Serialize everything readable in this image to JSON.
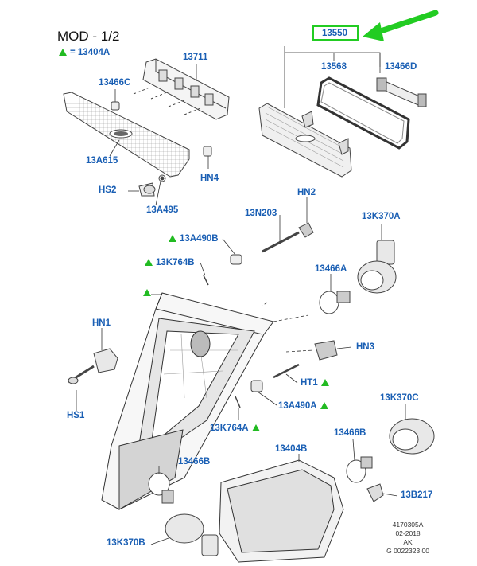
{
  "title": "MOD - 1/2",
  "legend": {
    "text": "= 13404A"
  },
  "highlight_color": "#22cc22",
  "label_color": "#1a5fb4",
  "marker_color": "#22bb22",
  "labels": {
    "p13550": "13550",
    "p13711": "13711",
    "p13466C": "13466C",
    "p13568": "13568",
    "p13466D": "13466D",
    "p13A615": "13A615",
    "pHN4": "HN4",
    "pHS2_top": "HS2",
    "p13A495": "13A495",
    "pHN2": "HN2",
    "p13N203": "13N203",
    "p13K370A_top": "13K370A",
    "p13A490B": "13A490B",
    "p13K764B": "13K764B",
    "p13466A": "13466A",
    "pHN1": "HN1",
    "pHN3": "HN3",
    "pHT1": "HT1",
    "p13A490A": "13A490A",
    "pHS1": "HS1",
    "p13K370C": "13K370C",
    "p13K764A": "13K764A",
    "p13466B_right": "13466B",
    "p13404B": "13404B",
    "p13466B_left": "13466B",
    "p13B217": "13B217",
    "p13K370B": "13K370B"
  },
  "reference": {
    "line1": "4170305A",
    "line2": "02-2018",
    "line3": "AK",
    "line4": "G 0022323 00"
  }
}
